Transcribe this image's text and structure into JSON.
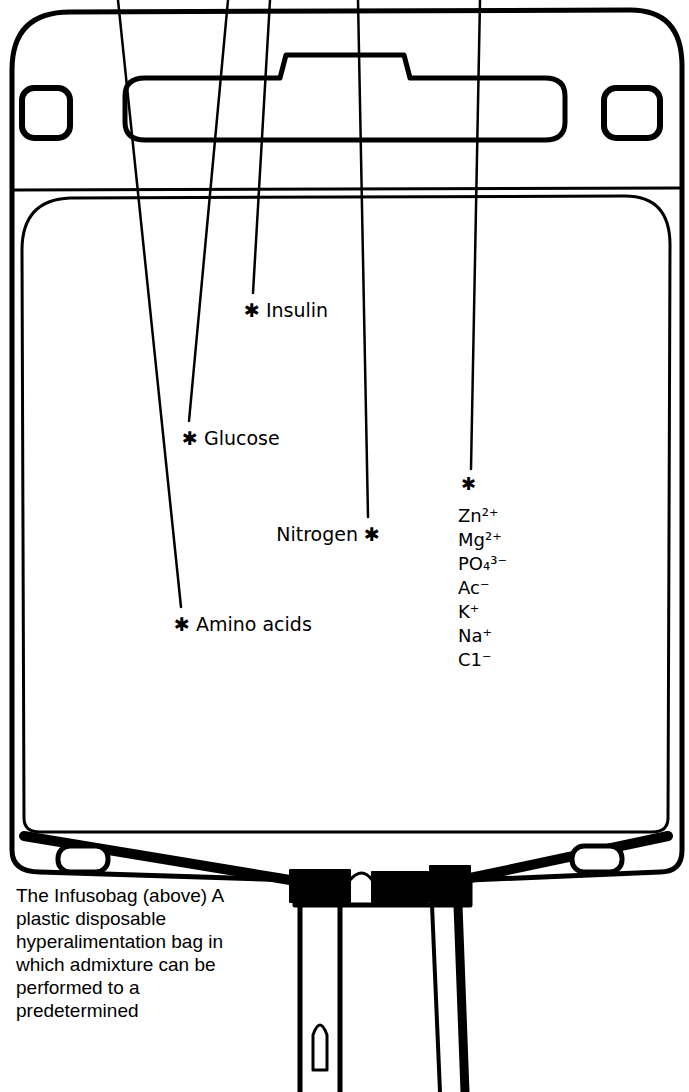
{
  "diagram": {
    "caption": "The Infusobag (above) A plastic disposable hyperalimentation bag in which admixture can be performed to a predetermined",
    "labels": [
      "✱ Insulin",
      "✱ Glucose",
      "Nitrogen ✱",
      "✱ Amino acids",
      "✱",
      "Zn²⁺",
      "Mg²⁺",
      "PO₄³⁻",
      "Ac⁻",
      "K⁺",
      "Na⁺",
      "C1⁻"
    ]
  }
}
